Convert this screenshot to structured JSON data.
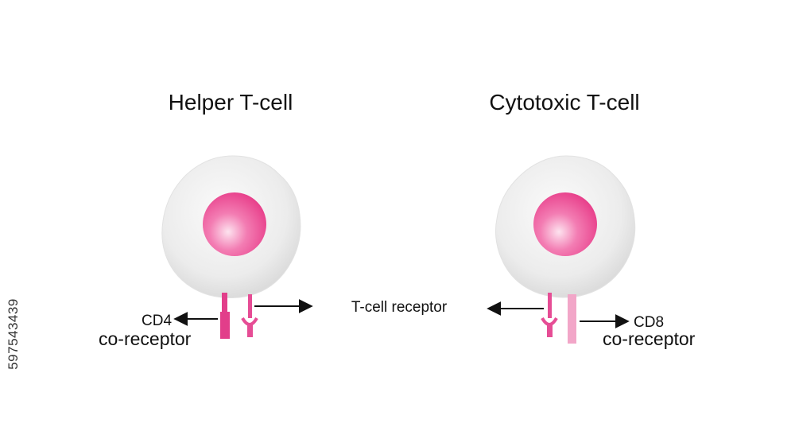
{
  "helper": {
    "title": "Helper T-cell",
    "coreceptor_name": "CD4",
    "coreceptor_label": "co-receptor"
  },
  "cytotoxic": {
    "title": "Cytotoxic T-cell",
    "coreceptor_name": "CD8",
    "coreceptor_label": "co-receptor"
  },
  "tcr_label": "T-cell receptor",
  "stock_id": "597543439",
  "colors": {
    "cell_body": "#ececec",
    "nucleus": "#f0579c",
    "cd4": "#e23e8a",
    "cd8": "#f2a6c8",
    "receptor": "#e64d95",
    "arrow": "#111111"
  }
}
